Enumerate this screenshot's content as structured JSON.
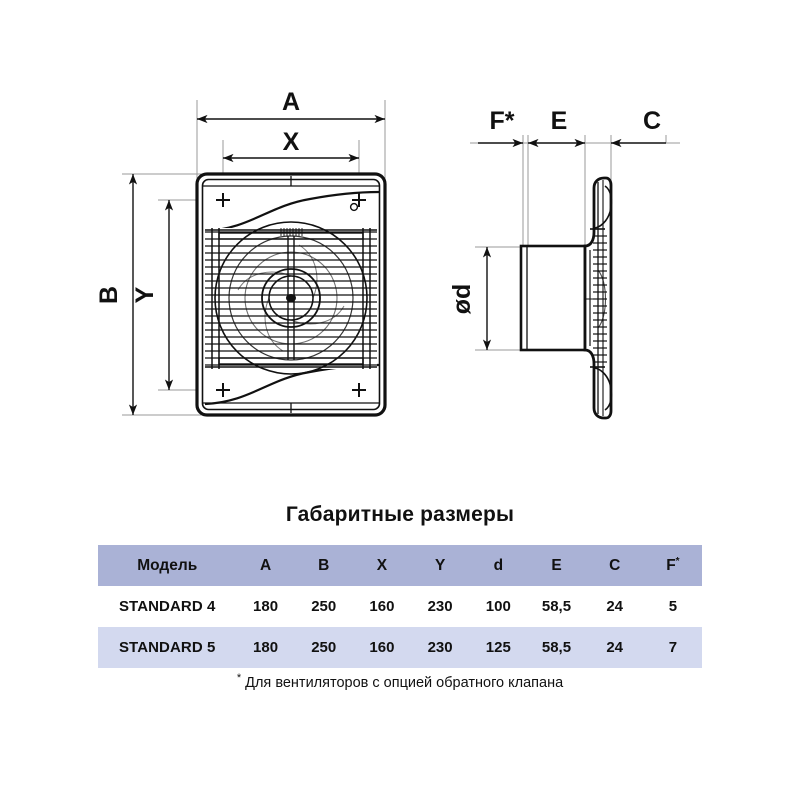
{
  "title": "Габаритные размеры",
  "footnote": {
    "marker": "*",
    "text": " Для вентиляторов с опцией обратного клапана"
  },
  "table": {
    "headers": [
      "Модель",
      "A",
      "B",
      "X",
      "Y",
      "d",
      "E",
      "C",
      "F"
    ],
    "header_star_on": "F",
    "rows": [
      {
        "model": "STANDARD 4",
        "A": "180",
        "B": "250",
        "X": "160",
        "Y": "230",
        "d": "100",
        "E": "58,5",
        "C": "24",
        "F": "5"
      },
      {
        "model": "STANDARD 5",
        "A": "180",
        "B": "250",
        "X": "160",
        "Y": "230",
        "d": "125",
        "E": "58,5",
        "C": "24",
        "F": "7"
      }
    ]
  },
  "drawing": {
    "front_view": {
      "dim_A": "A",
      "dim_X": "X",
      "dim_B": "B",
      "dim_Y": "Y"
    },
    "side_view": {
      "dim_F": "F*",
      "dim_E": "E",
      "dim_C": "C",
      "dim_d": "ød"
    }
  },
  "colors": {
    "header_bg": "#aab2d6",
    "alt_row_bg": "#d3d9ef",
    "row_bg": "#ffffff",
    "ink": "#1a1a1a",
    "thin_line": "#9a9a9a"
  }
}
